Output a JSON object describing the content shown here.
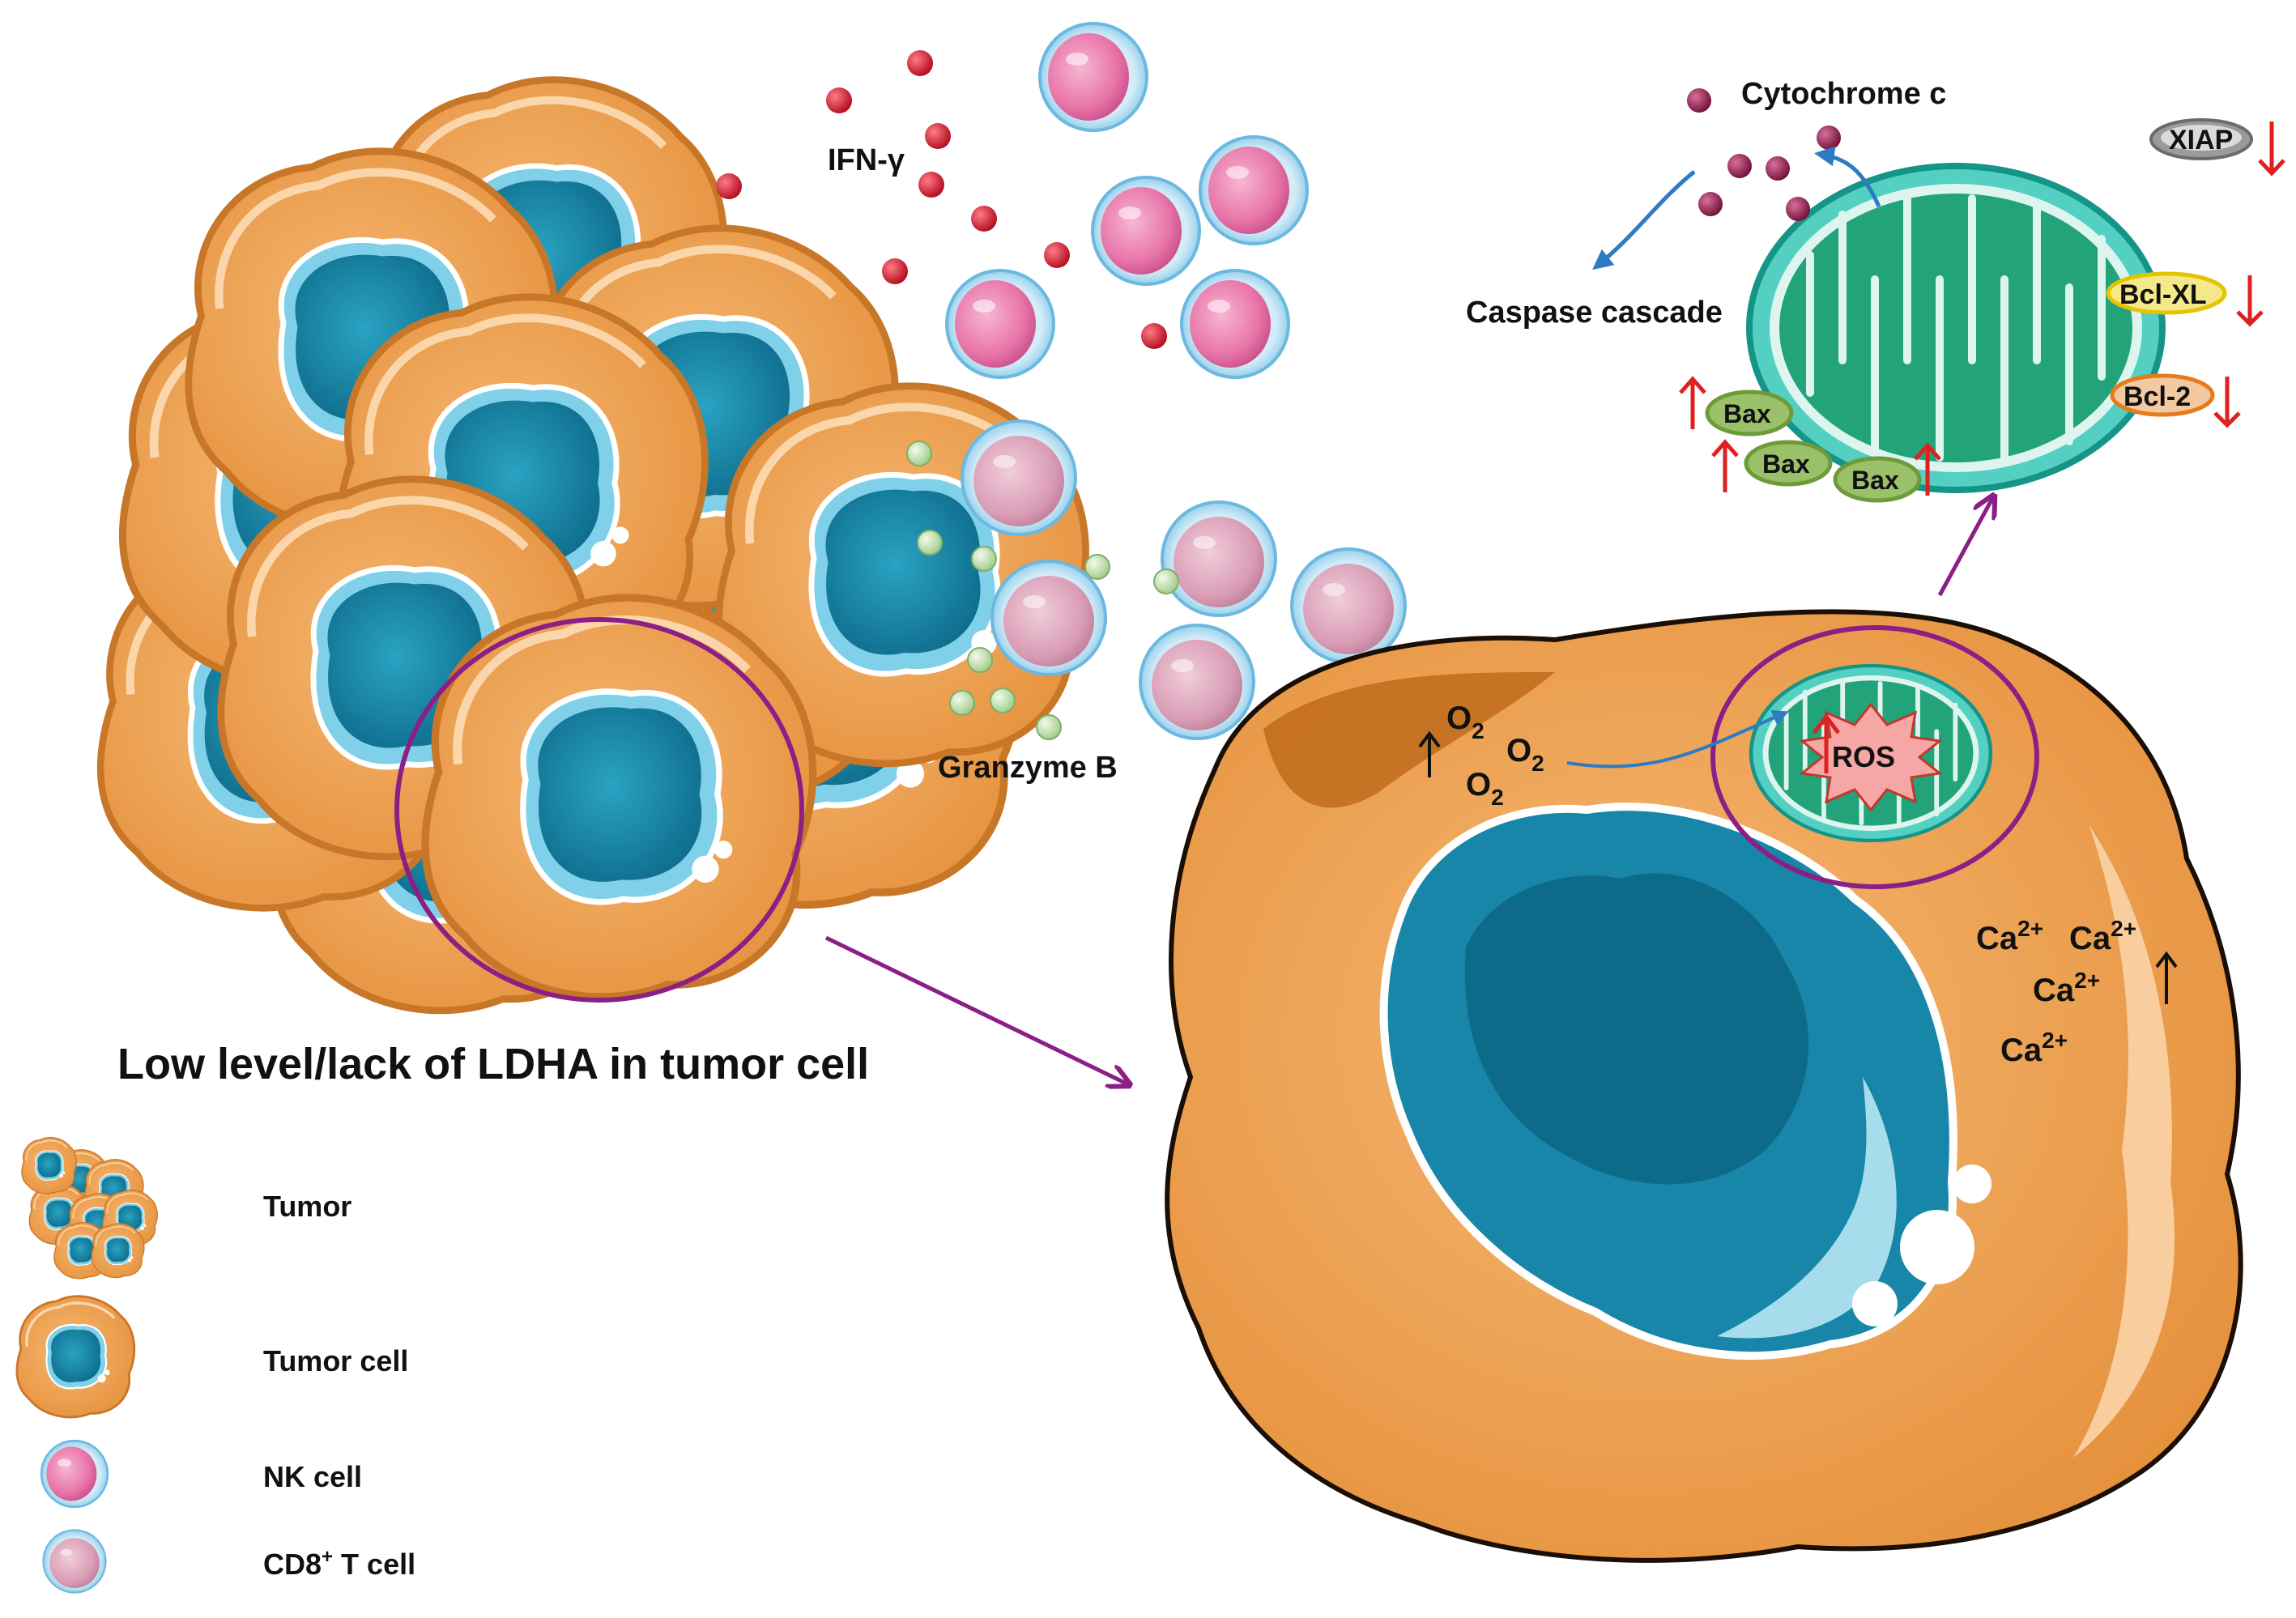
{
  "title": "Low level/lack of LDHA in tumor cell",
  "labels": {
    "ifn": "IFN-γ",
    "granzyme": "Granzyme B",
    "cytochrome": "Cytochrome c",
    "caspase": "Caspase cascade",
    "xiap": "XIAP",
    "bclxl": "Bcl-XL",
    "bcl2": "Bcl-2",
    "bax": "Bax",
    "ros": "ROS",
    "o2_base": "O",
    "o2_sub": "2",
    "ca_base": "Ca",
    "ca_sup": "2+"
  },
  "legend": {
    "tumor": "Tumor",
    "tumor_cell": "Tumor cell",
    "nk_label": "NK cell",
    "cd8_prefix": "CD8",
    "cd8_sup": "+",
    "cd8_suffix": " T cell"
  },
  "colors": {
    "tumor_orange": "#F0A75C",
    "nucleus_teal": "#1B8FB0",
    "nk_pink": "#E874A8",
    "cd8_mauve": "#D99CB4",
    "mito_green": "#2FB594",
    "ring_purple": "#8B1F85",
    "arrow_red": "#E02020",
    "arrow_blue": "#2E7BC4",
    "ifn_dot": "#C8102E",
    "granzyme_dot": "#B7DDA4",
    "cyto_dot": "#8B1A4A"
  }
}
